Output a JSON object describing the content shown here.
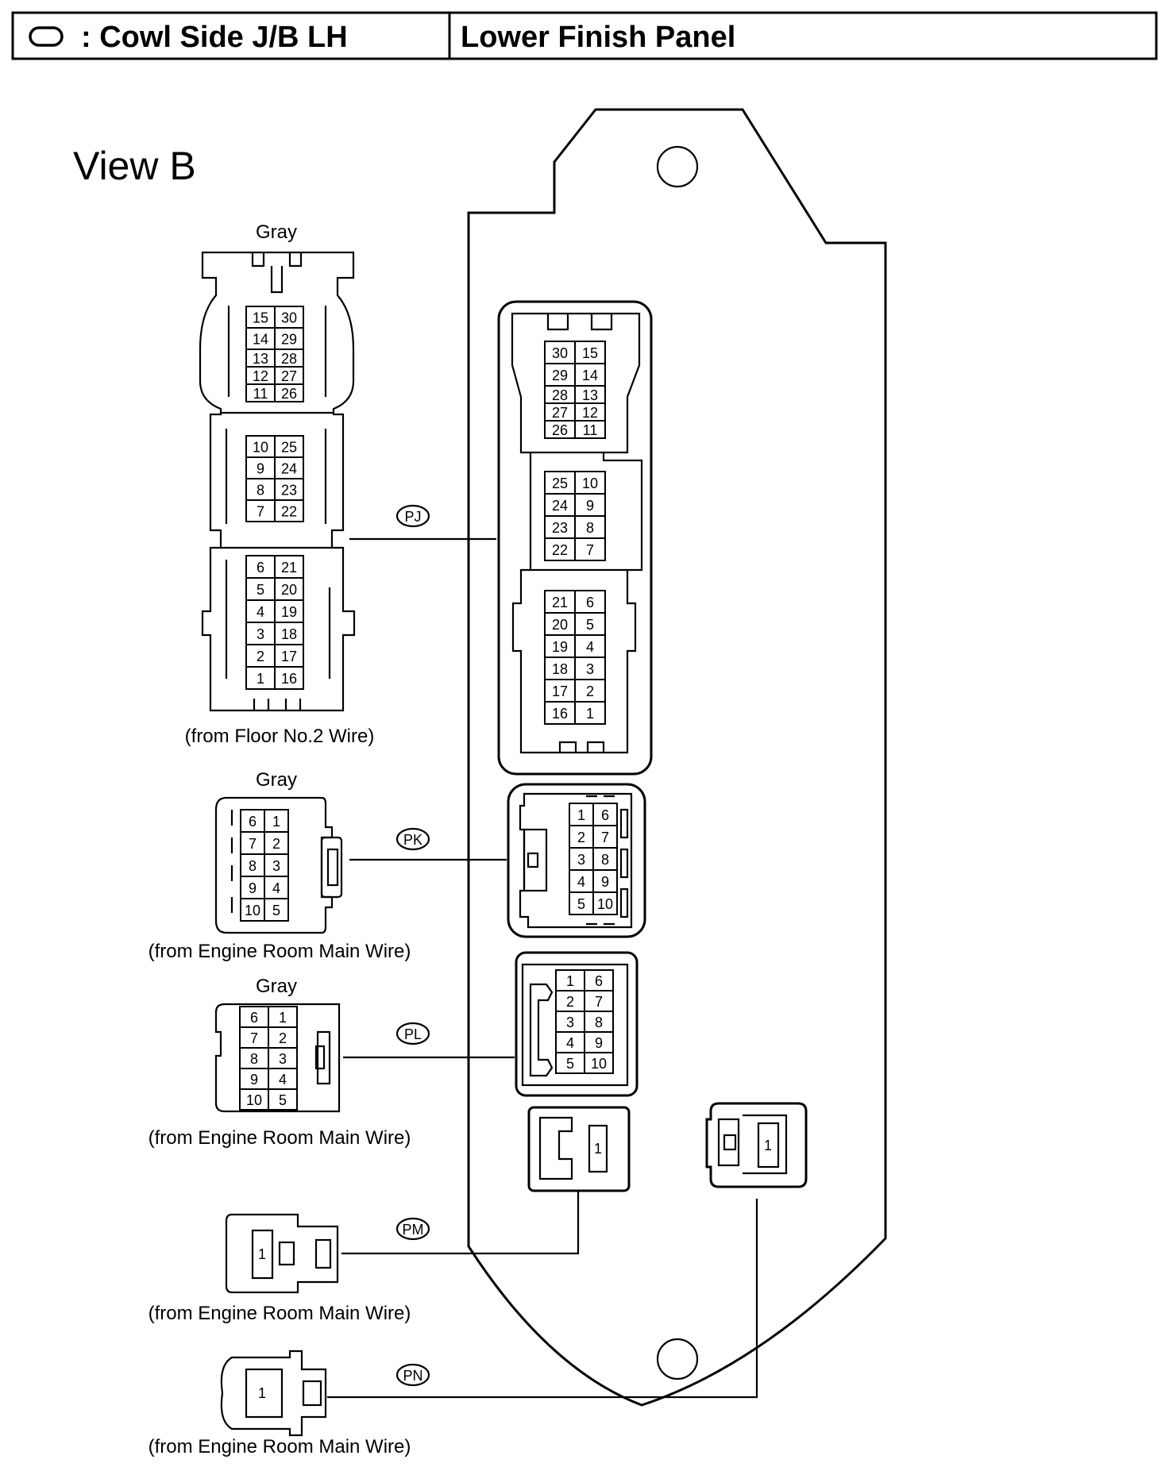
{
  "header": {
    "legend_text": ": Cowl Side J/B LH",
    "location": "Lower Finish Panel"
  },
  "view_title": "View B",
  "connectors": {
    "pj": {
      "code": "PJ",
      "color": "Gray",
      "from": "(from Floor No.2 Wire)",
      "plug_rows": [
        [
          "15",
          "30"
        ],
        [
          "14",
          "29"
        ],
        [
          "13",
          "28"
        ],
        [
          "12",
          "27"
        ],
        [
          "11",
          "26"
        ],
        [
          "10",
          "25"
        ],
        [
          "9",
          "24"
        ],
        [
          "8",
          "23"
        ],
        [
          "7",
          "22"
        ],
        [
          "6",
          "21"
        ],
        [
          "5",
          "20"
        ],
        [
          "4",
          "19"
        ],
        [
          "3",
          "18"
        ],
        [
          "2",
          "17"
        ],
        [
          "1",
          "16"
        ]
      ],
      "jb_rows": [
        [
          "30",
          "15"
        ],
        [
          "29",
          "14"
        ],
        [
          "28",
          "13"
        ],
        [
          "27",
          "12"
        ],
        [
          "26",
          "11"
        ],
        [
          "25",
          "10"
        ],
        [
          "24",
          "9"
        ],
        [
          "23",
          "8"
        ],
        [
          "22",
          "7"
        ],
        [
          "21",
          "6"
        ],
        [
          "20",
          "5"
        ],
        [
          "19",
          "4"
        ],
        [
          "18",
          "3"
        ],
        [
          "17",
          "2"
        ],
        [
          "16",
          "1"
        ]
      ]
    },
    "pk": {
      "code": "PK",
      "color": "Gray",
      "from": "(from Engine Room Main Wire)",
      "plug_rows": [
        [
          "6",
          "1"
        ],
        [
          "7",
          "2"
        ],
        [
          "8",
          "3"
        ],
        [
          "9",
          "4"
        ],
        [
          "10",
          "5"
        ]
      ],
      "jb_rows": [
        [
          "1",
          "6"
        ],
        [
          "2",
          "7"
        ],
        [
          "3",
          "8"
        ],
        [
          "4",
          "9"
        ],
        [
          "5",
          "10"
        ]
      ]
    },
    "pl": {
      "code": "PL",
      "color": "Gray",
      "from": "(from Engine Room Main Wire)",
      "plug_rows": [
        [
          "6",
          "1"
        ],
        [
          "7",
          "2"
        ],
        [
          "8",
          "3"
        ],
        [
          "9",
          "4"
        ],
        [
          "10",
          "5"
        ]
      ],
      "jb_rows": [
        [
          "1",
          "6"
        ],
        [
          "2",
          "7"
        ],
        [
          "3",
          "8"
        ],
        [
          "4",
          "9"
        ],
        [
          "5",
          "10"
        ]
      ]
    },
    "pm": {
      "code": "PM",
      "from": "(from Engine Room Main Wire)",
      "plug_pin": "1",
      "jb_pin": "1"
    },
    "pn": {
      "code": "PN",
      "from": "(from Engine Room Main Wire)",
      "plug_pin": "1",
      "jb_pin": "1"
    }
  }
}
